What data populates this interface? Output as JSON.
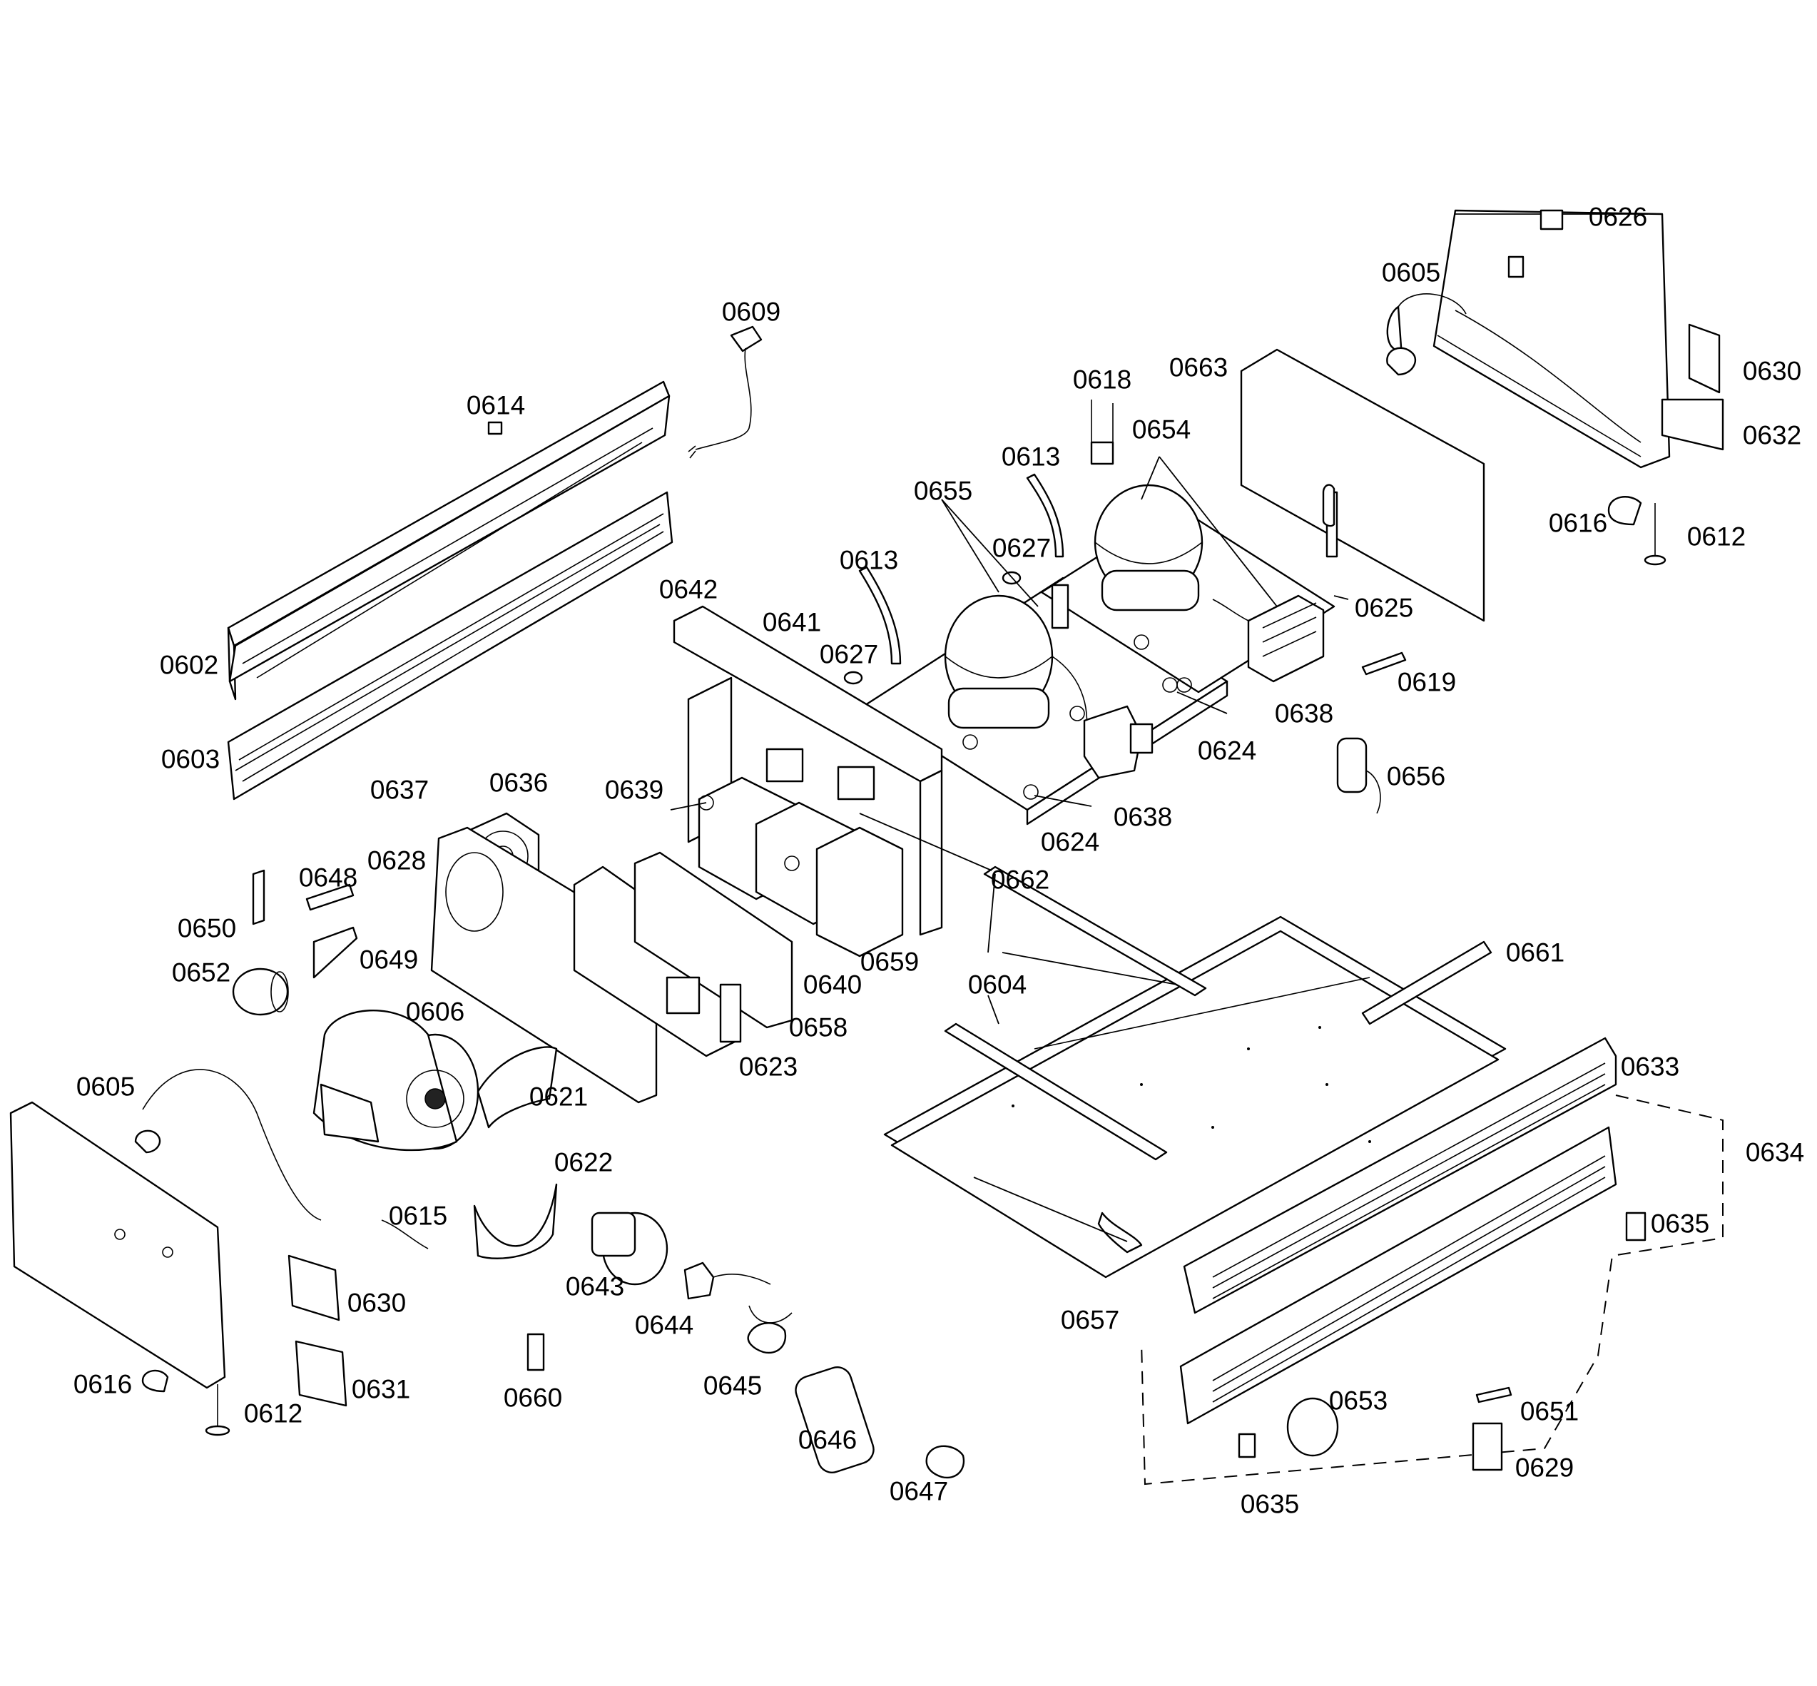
{
  "diagram": {
    "labels": [
      "0626",
      "0605",
      "0630",
      "0632",
      "0616",
      "0612",
      "0663",
      "0618",
      "0654",
      "0613",
      "0655",
      "0627",
      "0625",
      "0619",
      "0638",
      "0624",
      "0656",
      "0609",
      "0614",
      "0602",
      "0603",
      "0642",
      "0641",
      "0613",
      "0627",
      "0639",
      "0637",
      "0636",
      "0628",
      "0662",
      "0624",
      "0638",
      "0648",
      "0650",
      "0649",
      "0652",
      "0606",
      "0640",
      "0659",
      "0658",
      "0623",
      "0604",
      "0661",
      "0605",
      "0621",
      "0622",
      "0615",
      "0633",
      "0634",
      "0635",
      "0643",
      "0644",
      "0630",
      "0657",
      "0616",
      "0612",
      "0631",
      "0660",
      "0645",
      "0646",
      "0653",
      "0651",
      "0647",
      "0629",
      "0635"
    ]
  }
}
